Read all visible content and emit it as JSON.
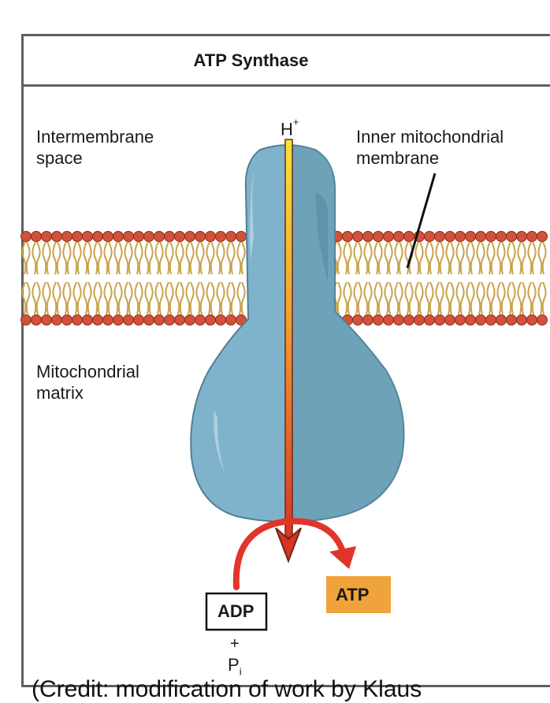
{
  "title": "ATP Synthase",
  "labels": {
    "intermembrane_space": "Intermembrane\nspace",
    "inner_membrane": "Inner mitochondrial\nmembrane",
    "matrix": "Mitochondrial\nmatrix",
    "proton": "H",
    "proton_charge": "+",
    "adp": "ADP",
    "plus": "+",
    "phosphate": "P",
    "phosphate_sub": "i",
    "atp": "ATP"
  },
  "caption": "(Credit: modification of work by Klaus",
  "colors": {
    "membrane_head": "#d2513a",
    "membrane_tail": "#c9a24a",
    "protein": "#7fb3cb",
    "protein_dark": "#5f93ab",
    "arrow_red": "#e0352b",
    "atp_box": "#f0a33a"
  }
}
